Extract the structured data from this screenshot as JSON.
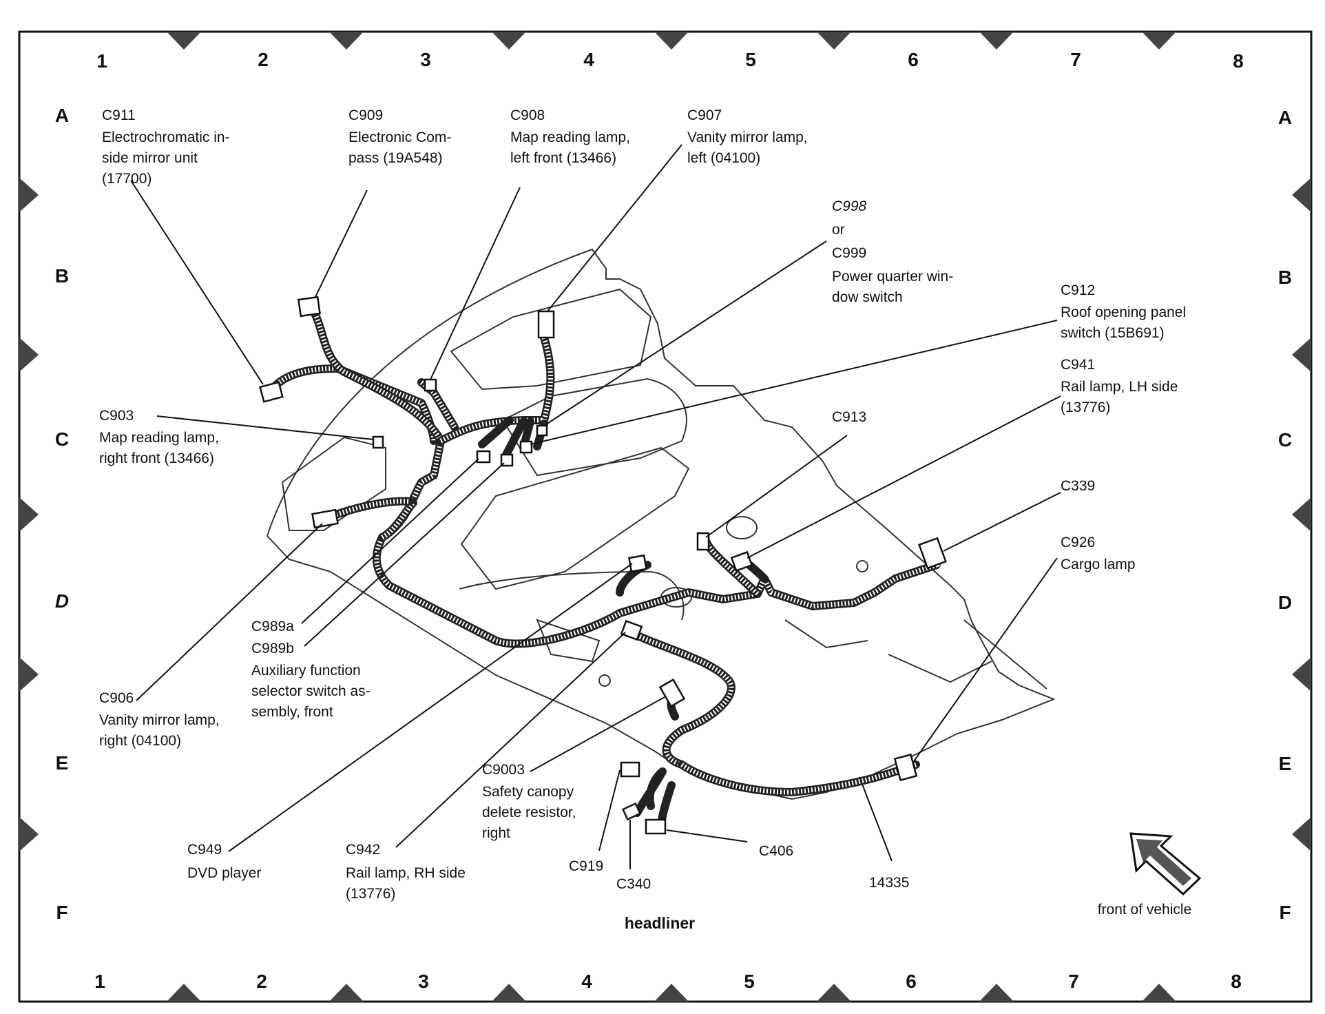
{
  "grid": {
    "columns": [
      "1",
      "2",
      "3",
      "4",
      "5",
      "6",
      "7",
      "8"
    ],
    "rows": [
      "A",
      "B",
      "C",
      "D",
      "E",
      "F"
    ]
  },
  "callouts": {
    "c911": {
      "id": "C911",
      "line1": "Electrochromatic in-",
      "line2": "side mirror unit",
      "line3": "(17700)"
    },
    "c909": {
      "id": "C909",
      "line1": "Electronic Com-",
      "line2": "pass (19A548)"
    },
    "c908": {
      "id": "C908",
      "line1": "Map reading lamp,",
      "line2": "left front (13466)"
    },
    "c907": {
      "id": "C907",
      "line1": "Vanity mirror lamp,",
      "line2": "left (04100)"
    },
    "c998": {
      "id": "C998",
      "or": "or",
      "id2": "C999",
      "line1": "Power quarter win-",
      "line2": "dow switch"
    },
    "c912": {
      "id": "C912",
      "line1": "Roof opening panel",
      "line2": "switch (15B691)"
    },
    "c941": {
      "id": "C941",
      "line1": "Rail lamp, LH side",
      "line2": "(13776)"
    },
    "c903": {
      "id": "C903",
      "line1": "Map reading lamp,",
      "line2": "right front (13466)"
    },
    "c913": {
      "id": "C913"
    },
    "c339": {
      "id": "C339"
    },
    "c926": {
      "id": "C926",
      "line1": "Cargo lamp"
    },
    "c989": {
      "id_a": "C989a",
      "id_b": "C989b",
      "line1": "Auxiliary function",
      "line2": "selector switch as-",
      "line3": "sembly, front"
    },
    "c906": {
      "id": "C906",
      "line1": "Vanity mirror lamp,",
      "line2": "right (04100)"
    },
    "c9003": {
      "id": "C9003",
      "line1": "Safety canopy",
      "line2": "delete resistor,",
      "line3": "right"
    },
    "c949": {
      "id": "C949",
      "line1": "DVD player"
    },
    "c942": {
      "id": "C942",
      "line1": "Rail lamp, RH side",
      "line2": "(13776)"
    },
    "c919": {
      "id": "C919"
    },
    "c340": {
      "id": "C340"
    },
    "c406": {
      "id": "C406"
    },
    "p14335": {
      "id": "14335"
    }
  },
  "labels": {
    "title": "headliner",
    "front": "front of vehicle"
  }
}
